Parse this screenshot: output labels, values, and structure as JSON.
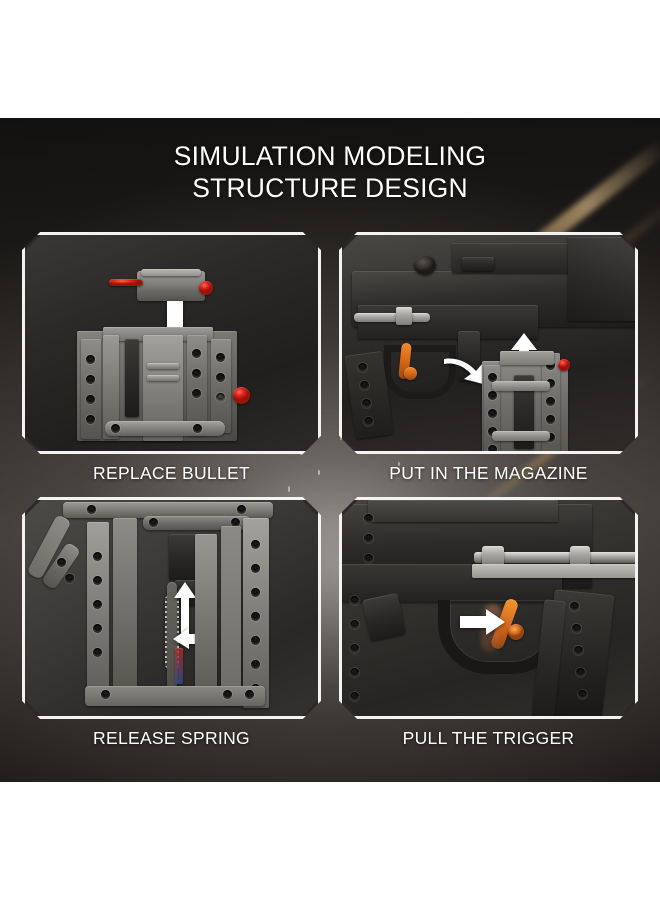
{
  "title": {
    "line1": "SIMULATION MODELING",
    "line2": "STRUCTURE DESIGN"
  },
  "colors": {
    "text": "#ffffff",
    "frame_border": "#f4f3f1",
    "background_dark": "#2a2724",
    "accent_red": "#e02318",
    "accent_orange": "#d4681a",
    "page": "#ffffff"
  },
  "panels": [
    {
      "id": "replace-bullet",
      "caption": "REPLACE BULLET",
      "arrow": "down-arrow-icon",
      "subject": "magazine-and-bullet-assembly"
    },
    {
      "id": "put-in-the-magazine",
      "caption": "PUT IN THE MAGAZINE",
      "arrow": "up-arrow-icon",
      "subject": "full-rifle-with-magazine"
    },
    {
      "id": "release-spring",
      "caption": "RELEASE SPRING",
      "arrow": "up-arrow-icon",
      "subject": "internal-spring-mechanism"
    },
    {
      "id": "pull-the-trigger",
      "caption": "PULL THE TRIGGER",
      "arrow": "right-arrow-icon",
      "subject": "trigger-group-closeup"
    }
  ]
}
